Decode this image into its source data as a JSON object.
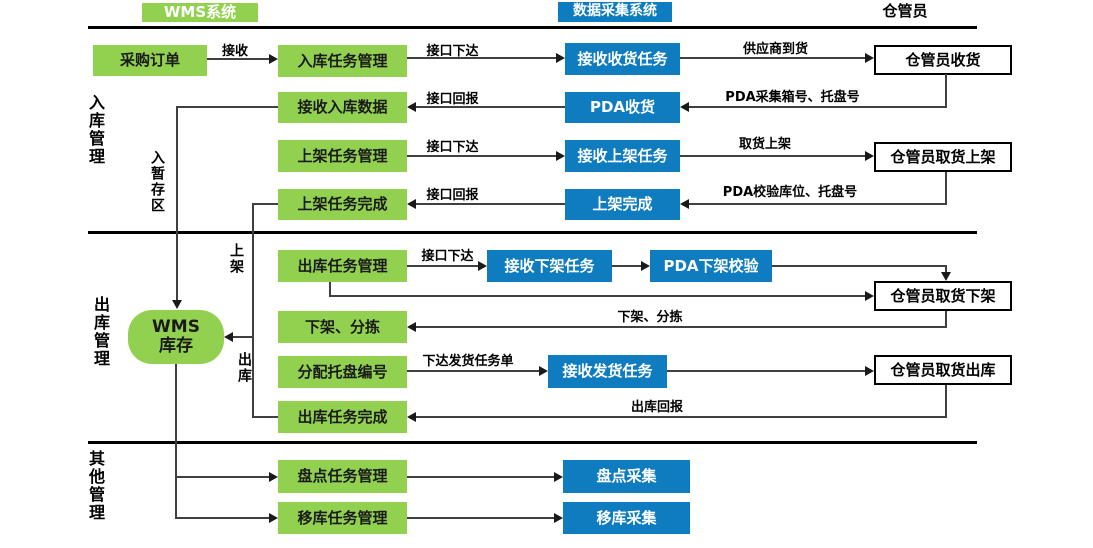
{
  "headers": {
    "wms_system": "WMS系统",
    "data_collection_system": "数据采集系统",
    "warehouse_keeper": "仓管员"
  },
  "section_labels": {
    "inbound": "入库管理",
    "outbound": "出库管理",
    "other": "其他管理"
  },
  "flow_labels": {
    "staging_area": "入暂存区",
    "putaway": "上架",
    "outbound": "出库"
  },
  "nodes": {
    "purchase_order": "采购订单",
    "inbound_task_mgmt": "入库任务管理",
    "receive_inbound_data": "接收入库数据",
    "putaway_task_mgmt": "上架任务管理",
    "putaway_task_done": "上架任务完成",
    "outbound_task_mgmt": "出库任务管理",
    "pick_sort": "下架、分拣",
    "assign_pallet_no": "分配托盘编号",
    "outbound_task_done": "出库任务完成",
    "stocktake_task_mgmt": "盘点任务管理",
    "relocation_task_mgmt": "移库任务管理",
    "wms_inventory_line1": "WMS",
    "wms_inventory_line2": "库存",
    "receive_receipt_task": "接收收货任务",
    "pda_receipt": "PDA收货",
    "receive_putaway_task": "接收上架任务",
    "putaway_complete": "上架完成",
    "receive_pick_task": "接收下架任务",
    "pda_pick_verify": "PDA下架校验",
    "receive_ship_task": "接收发货任务",
    "stocktake_collect": "盘点采集",
    "relocation_collect": "移库采集",
    "keeper_receive": "仓管员收货",
    "keeper_pick_putaway": "仓管员取货上架",
    "keeper_pick_down": "仓管员取货下架",
    "keeper_pick_ship": "仓管员取货出库"
  },
  "edge_labels": {
    "receive": "接收",
    "api_dispatch": "接口下达",
    "api_report": "接口回报",
    "supplier_arrival": "供应商到货",
    "pda_collect_box_pallet": "PDA采集箱号、托盘号",
    "pick_and_putaway": "取货上架",
    "pda_verify_location_pallet": "PDA校验库位、托盘号",
    "dispatch_ship_order": "下达发货任务单",
    "pick_sort_action": "下架、分拣",
    "outbound_report": "出库回报"
  },
  "colors": {
    "green": "#92d050",
    "blue": "#0f7cc0",
    "line": "#404040",
    "divider": "#000000",
    "white_box_border": "#000000"
  }
}
